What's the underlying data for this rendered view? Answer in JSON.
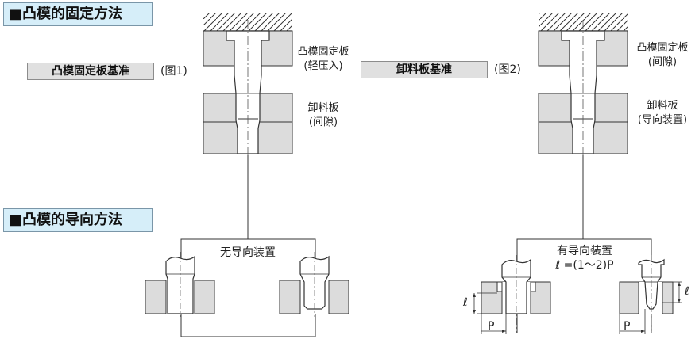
{
  "sections": {
    "punch_fixing_title": "■凸模的固定方法",
    "punch_guiding_title": "■凸模的导向方法"
  },
  "basis": {
    "retainer_basis_label": "凸模固定板基准",
    "retainer_figure_ref": "(图1)",
    "stripper_basis_label": "卸料板基准",
    "stripper_figure_ref": "(图2)"
  },
  "fig1_notes": {
    "plate1_name": "凸模固定板",
    "plate1_note": "(轻压入)",
    "plate2_name": "卸料板",
    "plate2_note": "(间隙)"
  },
  "fig2_notes": {
    "plate1_name": "凸模固定板",
    "plate1_note": "(间隙)",
    "plate2_name": "卸料板",
    "plate2_note": "(导向装置)"
  },
  "guide_notes": {
    "no_guide": "无导向装置",
    "with_guide": "有导向装置",
    "formula": "ℓ =(1～2)P",
    "ell_left": "ℓ",
    "ell_right": "ℓ",
    "p_left": "P",
    "p_right": "P"
  },
  "colors": {
    "header_bg": "#d6eef9",
    "label_bg": "#e0e0e0",
    "plate_fill": "#dcdcdc",
    "line": "#333333"
  }
}
